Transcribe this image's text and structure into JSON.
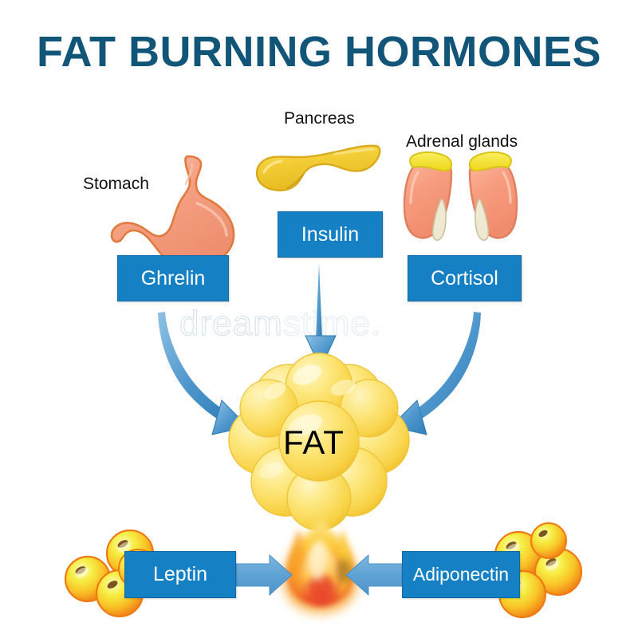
{
  "title": "FAT BURNING HORMONES",
  "title_color": "#115578",
  "background_color": "#ffffff",
  "organs": [
    {
      "id": "stomach",
      "label": "Stomach",
      "color": "#F5A184",
      "outline": "#E8793F"
    },
    {
      "id": "pancreas",
      "label": "Pancreas",
      "color": "#F3CE36",
      "outline": "#D9A81E"
    },
    {
      "id": "adrenal",
      "label": "Adrenal glands",
      "color": "#F79C7F",
      "cap_color": "#F5E02E",
      "medulla_color": "#EFE9D2"
    }
  ],
  "hormone_boxes": [
    {
      "id": "ghrelin",
      "label": "Ghrelin",
      "box_color": "#1680C4",
      "text_color": "#ffffff",
      "source": "Stomach"
    },
    {
      "id": "insulin",
      "label": "Insulin",
      "box_color": "#1680C4",
      "text_color": "#ffffff",
      "source": "Pancreas"
    },
    {
      "id": "cortisol",
      "label": "Cortisol",
      "box_color": "#1680C4",
      "text_color": "#ffffff",
      "source": "Adrenal glands"
    },
    {
      "id": "leptin",
      "label": "Leptin",
      "box_color": "#1680C4",
      "text_color": "#ffffff",
      "source": "Fat cells"
    },
    {
      "id": "adiponectin",
      "label": "Adiponectin",
      "box_color": "#1680C4",
      "text_color": "#ffffff",
      "source": "Fat cells"
    }
  ],
  "center": {
    "fat_label": "FAT",
    "fat_label_color": "#000000",
    "fat_cluster_color": "#FBE06A",
    "fat_cluster_shade": "#F5C93A",
    "flame_colors": [
      "#F6A02A",
      "#FBD041",
      "#E8432A",
      "#FFFFFF"
    ]
  },
  "fat_cells": {
    "rim_color": "#F58220",
    "center_color": "#F6E532",
    "nucleus_color": "#7A5520"
  },
  "arrows": {
    "color": "#3E8FC8",
    "light_color": "#6BAEDC",
    "items": [
      {
        "id": "ghrelin-to-fat",
        "from": "Ghrelin",
        "to": "FAT",
        "style": "curved"
      },
      {
        "id": "insulin-to-fat",
        "from": "Insulin",
        "to": "FAT",
        "style": "straight-down"
      },
      {
        "id": "cortisol-to-fat",
        "from": "Cortisol",
        "to": "FAT",
        "style": "curved"
      },
      {
        "id": "leptin-to-flame",
        "from": "Leptin",
        "to": "Flame",
        "style": "block-right"
      },
      {
        "id": "adiponectin-to-flame",
        "from": "Adiponectin",
        "to": "Flame",
        "style": "block-left"
      }
    ]
  },
  "watermark": {
    "text_a": "dream",
    "text_b": "stime."
  }
}
